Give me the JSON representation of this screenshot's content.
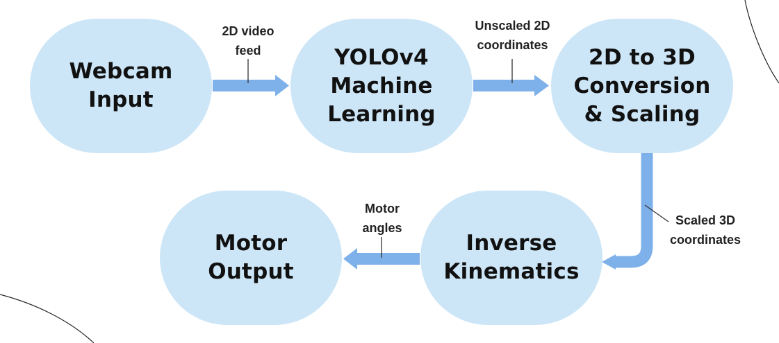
{
  "diagram": {
    "nodes": {
      "webcam_input": "Webcam\nInput",
      "yolo": "YOLOv4\nMachine\nLearning",
      "conversion": "2D to 3D\nConversion\n& Scaling",
      "inverse_kinematics": "Inverse\nKinematics",
      "motor_output": "Motor\nOutput"
    },
    "edges": {
      "video_feed": "2D video\nfeed",
      "unscaled": "Unscaled 2D\ncoordinates",
      "scaled": "Scaled 3D\ncoordinates",
      "motor_angles": "Motor\nangles"
    }
  },
  "colors": {
    "node_fill": "#cde6f7",
    "arrow": "#7eb0ea",
    "text": "#111111",
    "decor_line": "#222222"
  }
}
